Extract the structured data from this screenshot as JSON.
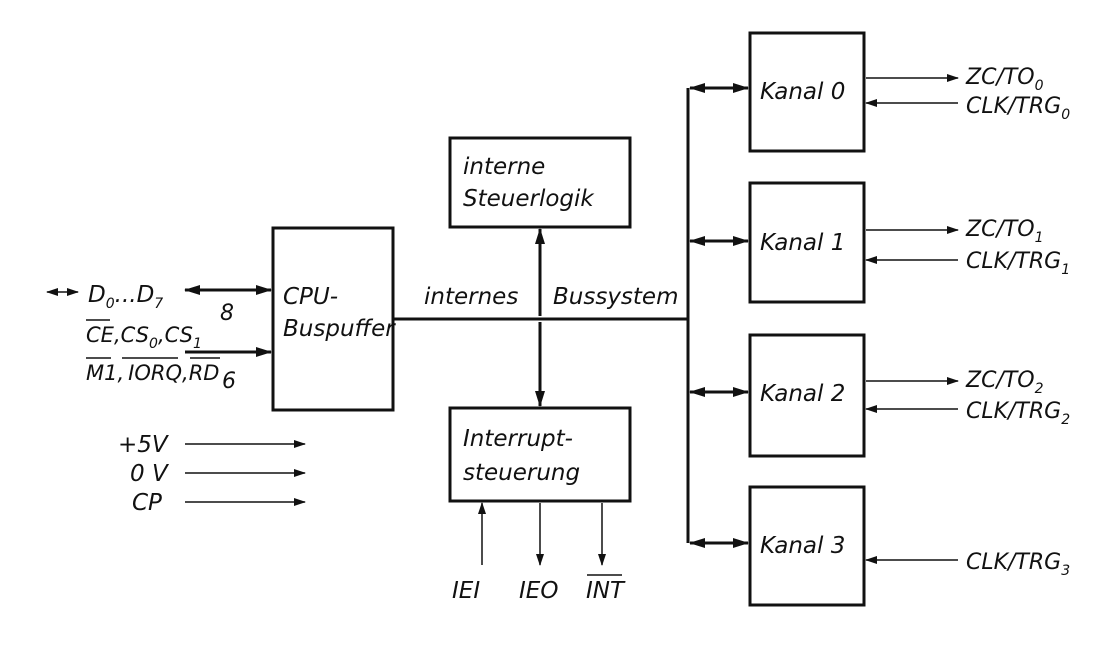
{
  "colors": {
    "line": "#111111",
    "background": "#ffffff"
  },
  "blocks": {
    "cpu_buffer": {
      "line1": "CPU-",
      "line2": "Buspuffer"
    },
    "control_logic": {
      "line1": "interne",
      "line2": "Steuerlogik"
    },
    "interrupt_control": {
      "line1": "Interrupt-",
      "line2": "steuerung"
    },
    "channels": [
      "Kanal 0",
      "Kanal 1",
      "Kanal 2",
      "Kanal 3"
    ]
  },
  "bus": {
    "label_left": "internes",
    "label_right": "Bussystem"
  },
  "inputs": {
    "data": {
      "prefix": "D",
      "prefix_sub": "0",
      "dots": "...",
      "suffix": "D",
      "suffix_sub": "7",
      "width": "8"
    },
    "control_line1": {
      "ce": "CE",
      "cs0": "CS",
      "cs0_sub": "0",
      "cs1": "CS",
      "cs1_sub": "1"
    },
    "control_line2": {
      "m1": "M1",
      "iorq": "IORQ",
      "rd": "RD",
      "width": "6"
    },
    "power": [
      "+5V",
      "0 V",
      "CP"
    ]
  },
  "interrupt_pins": {
    "iei": "IEI",
    "ieo": "IEO",
    "int": "INT"
  },
  "channel_io": {
    "zc_base": "ZC/TO",
    "clk_base": "CLK/TRG",
    "subscripts": [
      "0",
      "1",
      "2",
      "3"
    ]
  }
}
